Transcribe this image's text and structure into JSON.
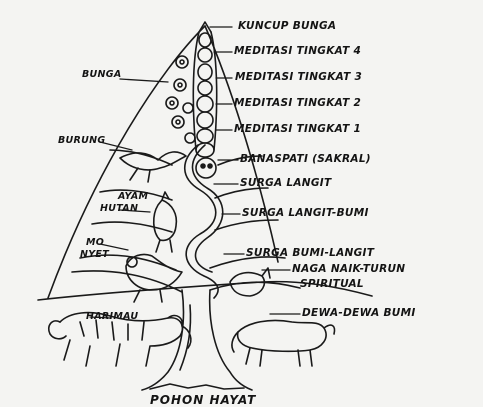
{
  "labels": {
    "kuncup": "KUNCUP BUNGA",
    "med4": "MEDITASI TINGKAT 4",
    "med3": "MEDITASI TINGKAT 3",
    "med2": "MEDITASI TINGKAT 2",
    "med1": "MEDITASI TINGKAT 1",
    "banaspati": "BANASPATI (SAKRAL)",
    "surga_langit": "SURGA LANGIT",
    "surga_langit_bumi": "SURGA LANGIT-BUMI",
    "surga_bumi_langit": "SURGA BUMI-LANGIT",
    "naga_1": "NAGA NAIK-TURUN",
    "naga_2": "SPIRITUAL",
    "dewa": "DEWA-DEWA BUMI",
    "bunga": "BUNGA",
    "burung": "BURUNG",
    "ayam_1": "AYAM",
    "ayam_2": "HUTAN",
    "nyet_1": "MO",
    "nyet_2": "NYET",
    "harimau": "HARIMAU",
    "title": "POHON HAYAT"
  }
}
